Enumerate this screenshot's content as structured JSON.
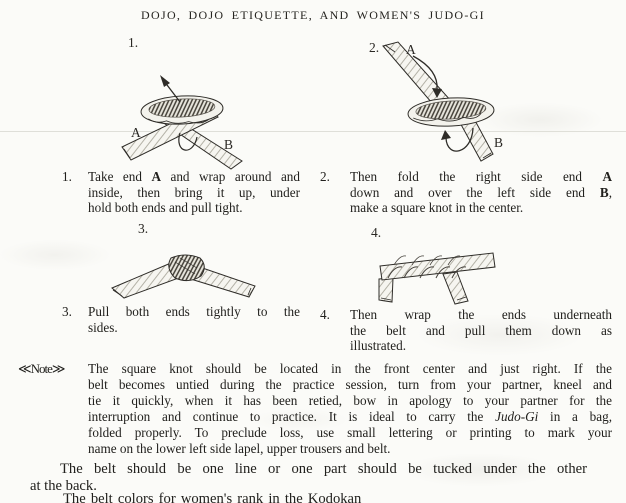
{
  "title": "DOJO, DOJO ETIQUETTE, AND WOMEN'S JUDO-GI",
  "figures": [
    {
      "number": "1.",
      "label_a": "A",
      "label_b": "B"
    },
    {
      "number": "2.",
      "label_a": "A",
      "label_b": "B"
    },
    {
      "number": "3."
    },
    {
      "number": "4."
    }
  ],
  "steps": [
    {
      "number": "1.",
      "lines": [
        "Take end **A** and wrap around and",
        "inside, then bring it up, under",
        "hold both ends and pull tight."
      ]
    },
    {
      "number": "2.",
      "lines": [
        "Then fold the right side end **A**",
        "down and over the left side end **B**,",
        "make a square knot in the center."
      ]
    },
    {
      "number": "3.",
      "lines": [
        "Pull both ends tightly to the",
        "sides."
      ]
    },
    {
      "number": "4.",
      "lines": [
        "Then wrap the ends underneath",
        "the belt and pull them down as",
        "illustrated."
      ]
    }
  ],
  "note": {
    "label": "≪Note≫",
    "lines": [
      "The square knot should be located in the front center and just right.  If the",
      "belt becomes untied during the practice session, turn from your partner, kneel and",
      "tie it quickly, when it has been retied, bow in apology to your partner for the",
      "interruption and continue to practice.  It is ideal to carry the *Judo-Gi* in a bag,",
      "folded properly.  To preclude loss, use small lettering or printing to mark your",
      "name on the lower left side lapel, upper trousers and belt."
    ]
  },
  "paragraphs": {
    "belt_line": [
      "The belt should be one line or one part should be tucked under the other",
      "at the back."
    ],
    "clipped_line": "The belt colors for women's rank in the Kodokan"
  },
  "colors": {
    "paper": "#fbfbf8",
    "ink": "#21201d",
    "streak": "#d8d8d1"
  }
}
